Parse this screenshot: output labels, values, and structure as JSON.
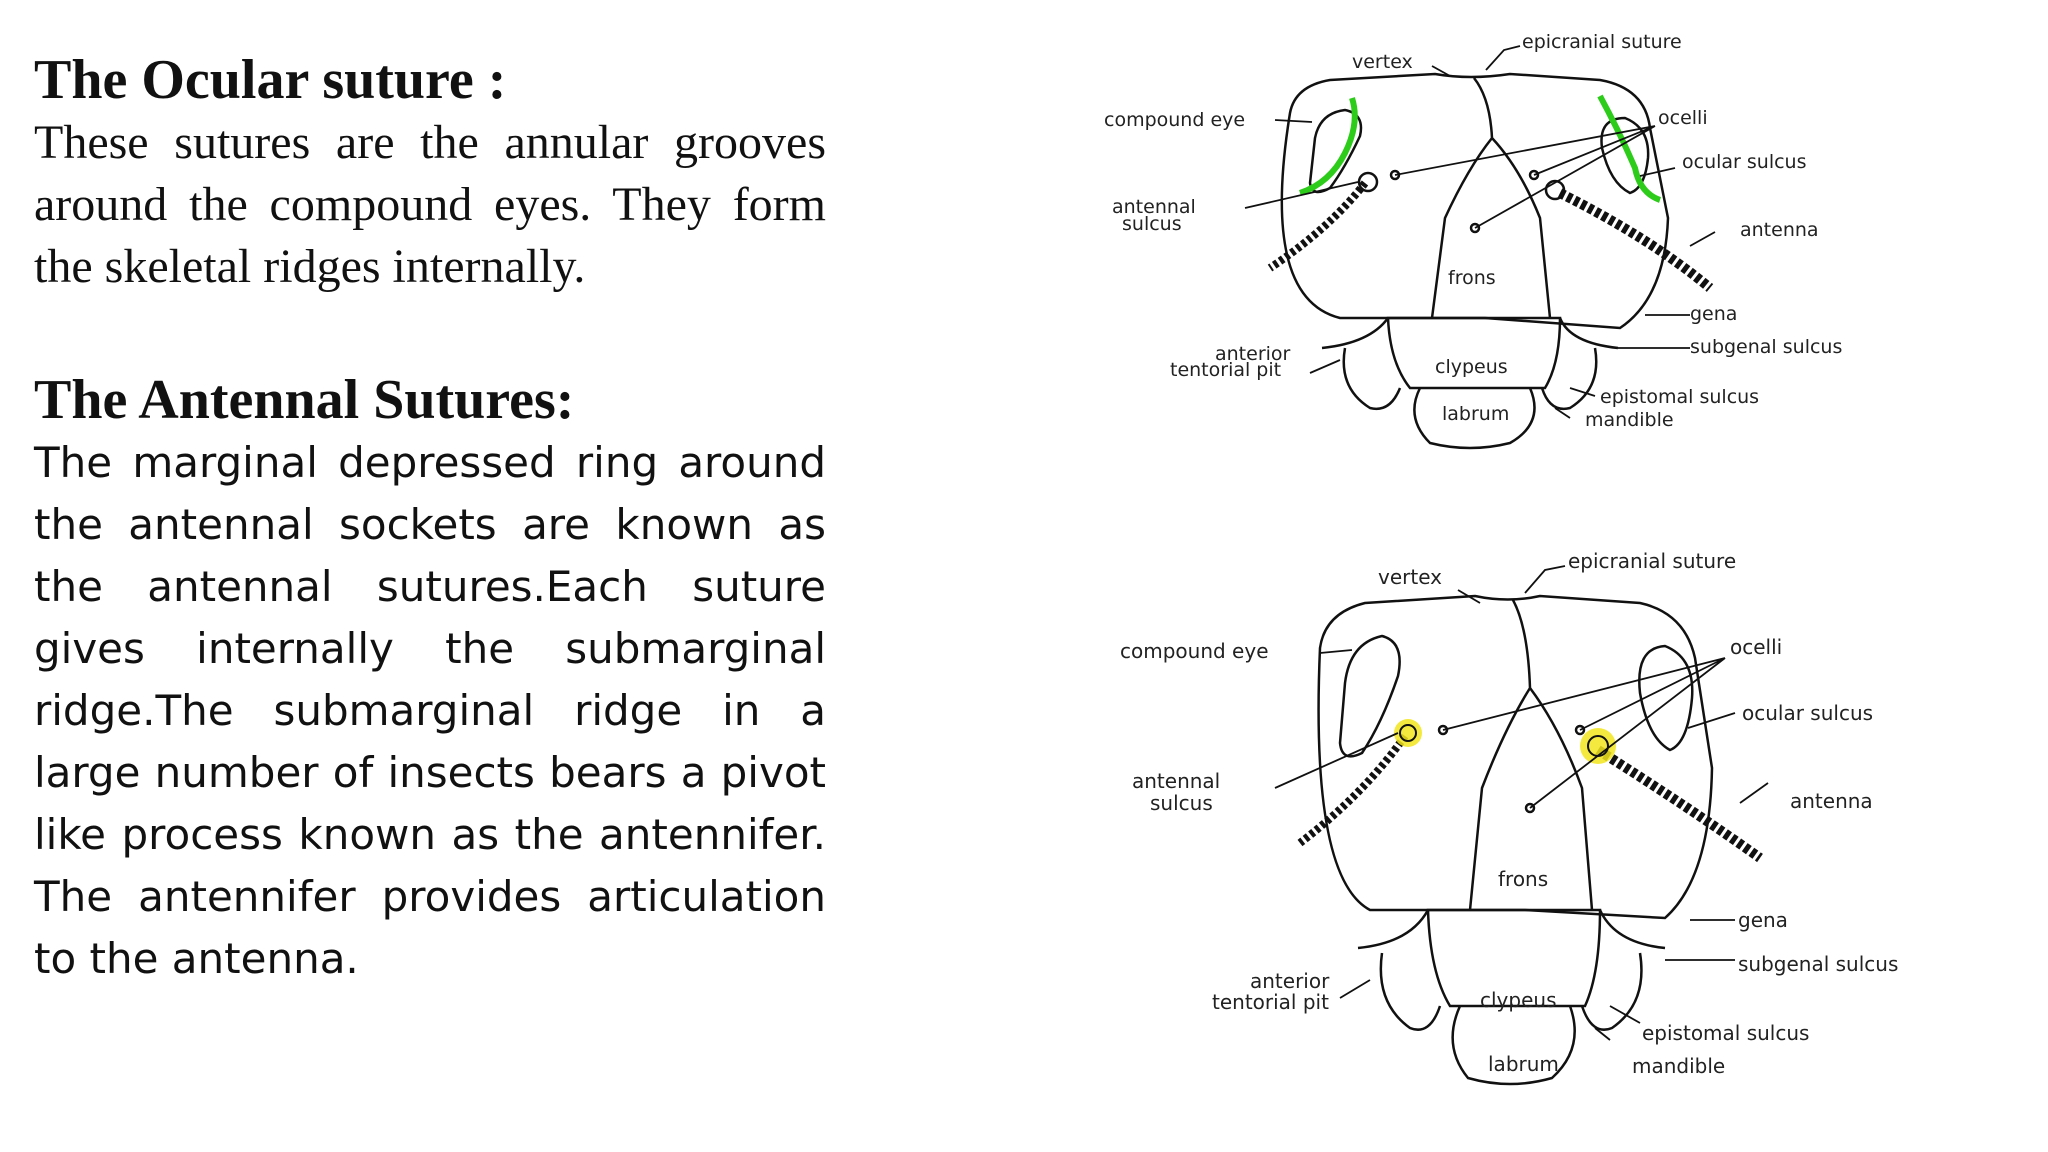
{
  "ocular": {
    "heading": "The Ocular suture :",
    "body": "These sutures are the annular grooves around the compound eyes. They form the skeletal ridges internally."
  },
  "antennal": {
    "heading": "The Antennal Sutures:",
    "body": "The marginal depressed ring around the antennal sockets are known as the antennal sutures.Each suture gives internally the submarginal ridge.The submarginal ridge in a large number of insects bears a pivot like process known as the antennifer. The antennifer provides articulation to the antenna."
  },
  "figure_top": {
    "labels": {
      "epicranial_suture": "epicranial suture",
      "vertex": "vertex",
      "compound_eye": "compound eye",
      "ocelli": "ocelli",
      "ocular_sulcus": "ocular sulcus",
      "antennal_sulcus_1": "antennal",
      "antennal_sulcus_2": "sulcus",
      "antenna": "antenna",
      "frons": "frons",
      "gena": "gena",
      "subgenal_sulcus": "subgenal sulcus",
      "anterior_tentorial_pit_1": "anterior",
      "anterior_tentorial_pit_2": "tentorial pit",
      "clypeus": "clypeus",
      "epistomal_sulcus": "epistomal sulcus",
      "labrum": "labrum",
      "mandible": "mandible"
    },
    "highlight_color": "#2ecc1a"
  },
  "figure_bottom": {
    "labels": {
      "epicranial_suture": "epicranial suture",
      "vertex": "vertex",
      "compound_eye": "compound eye",
      "ocelli": "ocelli",
      "ocular_sulcus": "ocular sulcus",
      "antennal_sulcus_1": "antennal",
      "antennal_sulcus_2": "sulcus",
      "antenna": "antenna",
      "frons": "frons",
      "gena": "gena",
      "subgenal_sulcus": "subgenal sulcus",
      "anterior_tentorial_pit_1": "anterior",
      "anterior_tentorial_pit_2": "tentorial pit",
      "clypeus": "clypeus",
      "epistomal_sulcus": "epistomal sulcus",
      "labrum": "labrum",
      "mandible": "mandible"
    },
    "highlight_color": "#f2e51c"
  }
}
